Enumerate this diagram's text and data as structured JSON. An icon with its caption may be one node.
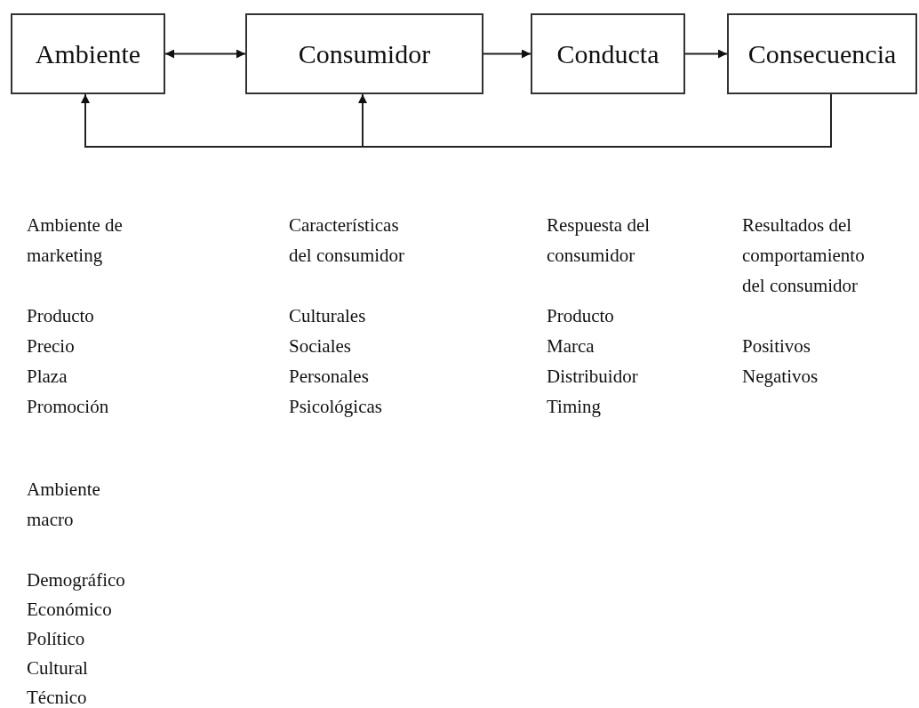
{
  "diagram": {
    "nodes": [
      {
        "text": [
          "Ambiente"
        ]
      },
      {
        "text": [
          "Consumidor"
        ]
      },
      {
        "text": [
          "Conducta"
        ]
      },
      {
        "text": [
          "Consecuencia"
        ]
      }
    ],
    "edges": [
      {
        "from": 0,
        "to": 1,
        "arrow": "both"
      },
      {
        "from": 1,
        "to": 2,
        "arrow": "to"
      },
      {
        "from": 2,
        "to": 3,
        "arrow": "to"
      },
      {
        "from": 3,
        "to": 0,
        "arrow": "to"
      },
      {
        "from": 3,
        "to": 1,
        "arrow": "to"
      }
    ],
    "labels": [
      "Ambiente de marketing",
      "Características del consumidor",
      "Respuesta del consumidor",
      "Resultados del comportamiento del consumidor",
      "Producto",
      "Culturales",
      "Producto",
      "Precio",
      "Sociales",
      "Marca",
      "Positivos",
      "Plaza",
      "Personales",
      "Distribuidor",
      "Negativos",
      "Promoción",
      "Psicológicas",
      "Timing",
      "Ambiente macro",
      "Demográfico",
      "Económico",
      "Político",
      "Cultural",
      "Técnico"
    ]
  }
}
